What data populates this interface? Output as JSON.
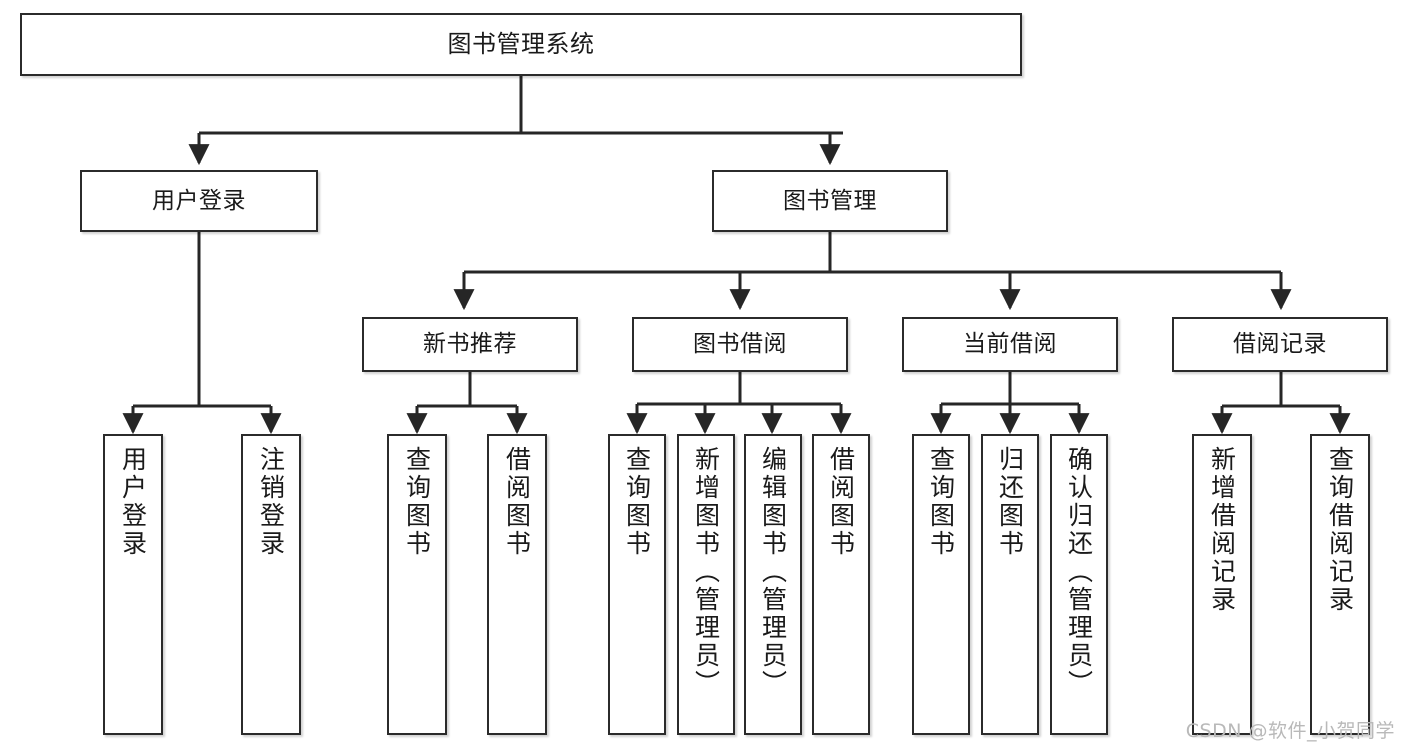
{
  "diagram": {
    "title": "图书管理系统",
    "type": "tree",
    "levels": 4,
    "colors": {
      "box_border": "#2b2b2b",
      "box_fill": "#ffffff",
      "edge": "#262626",
      "text": "#1a1a1a",
      "watermark": "#b9b9b9",
      "background": "#ffffff"
    },
    "nodes": {
      "root": {
        "label": "图书管理系统",
        "orientation": "horizontal"
      },
      "level2": [
        {
          "label": "用户登录",
          "orientation": "horizontal"
        },
        {
          "label": "图书管理",
          "orientation": "horizontal"
        }
      ],
      "level3": [
        {
          "label": "新书推荐",
          "orientation": "horizontal"
        },
        {
          "label": "图书借阅",
          "orientation": "horizontal"
        },
        {
          "label": "当前借阅",
          "orientation": "horizontal"
        },
        {
          "label": "借阅记录",
          "orientation": "horizontal"
        }
      ],
      "leaves_user_login": [
        {
          "label": "用户登录",
          "orientation": "vertical"
        },
        {
          "label": "注销登录",
          "orientation": "vertical"
        }
      ],
      "leaves_new_book": [
        {
          "label": "查询图书",
          "orientation": "vertical"
        },
        {
          "label": "借阅图书",
          "orientation": "vertical"
        }
      ],
      "leaves_borrow_book": [
        {
          "label": "查询图书",
          "orientation": "vertical"
        },
        {
          "label": "新增图书（管理员）",
          "orientation": "vertical"
        },
        {
          "label": "编辑图书（管理员）",
          "orientation": "vertical"
        },
        {
          "label": "借阅图书",
          "orientation": "vertical"
        }
      ],
      "leaves_current_borrow": [
        {
          "label": "查询图书",
          "orientation": "vertical"
        },
        {
          "label": "归还图书",
          "orientation": "vertical"
        },
        {
          "label": "确认归还（管理员）",
          "orientation": "vertical"
        }
      ],
      "leaves_borrow_record": [
        {
          "label": "新增借阅记录",
          "orientation": "vertical"
        },
        {
          "label": "查询借阅记录",
          "orientation": "vertical"
        }
      ]
    }
  },
  "watermark": {
    "text": "CSDN @软件_小贺同学"
  }
}
